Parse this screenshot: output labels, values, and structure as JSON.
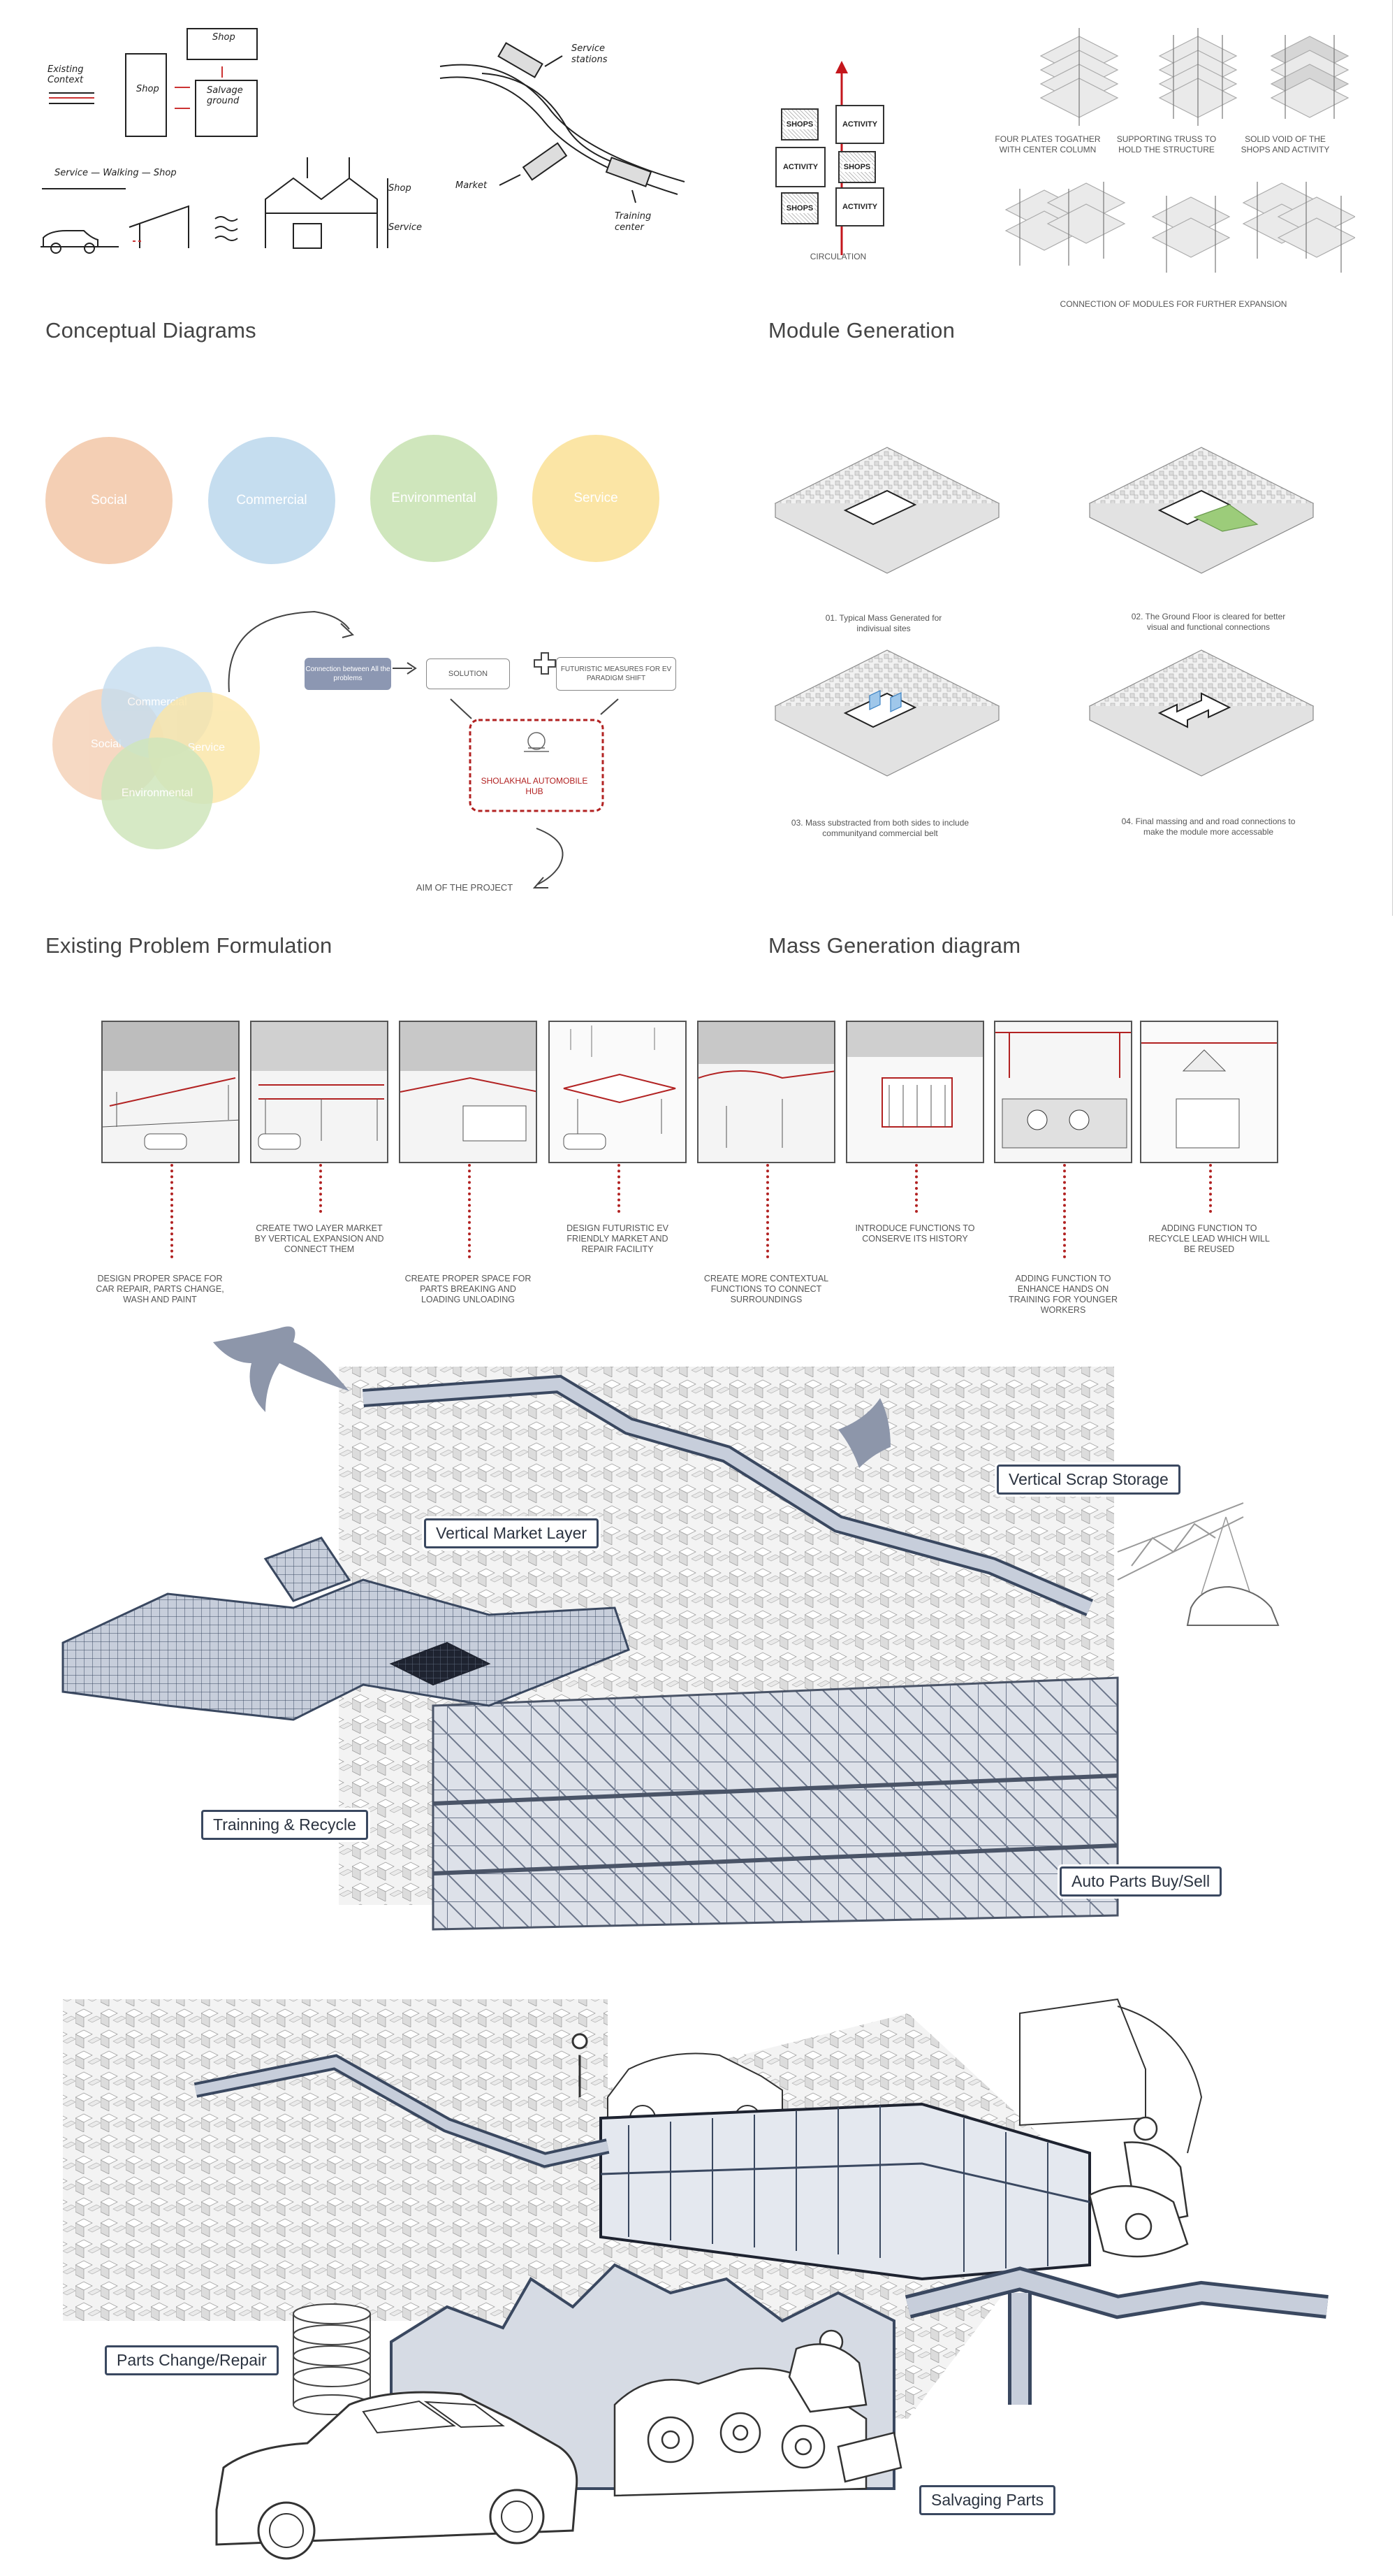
{
  "conceptual": {
    "title": "Conceptual Diagrams",
    "existing_context": "Existing Context",
    "shop_top": "Shop",
    "shop_mid": "Shop",
    "salvage_ground": "Salvage ground",
    "service_walking_shop": "Service — Walking — Shop",
    "section_shop": "Shop",
    "section_service": "Service",
    "service_stations": "Service stations",
    "market": "Market",
    "training_center": "Training center"
  },
  "module": {
    "title": "Module Generation",
    "blocks": [
      "SHOPS",
      "ACTIVITY",
      "ACTIVITY",
      "SHOPS",
      "SHOPS",
      "ACTIVITY"
    ],
    "circulation": "CIRCULATION",
    "captions": [
      "FOUR PLATES TOGATHER WITH CENTER COLUMN",
      "SUPPORTING TRUSS TO HOLD THE STRUCTURE",
      "SOLID VOID OF THE SHOPS AND ACTIVITY"
    ],
    "expansion": "CONNECTION OF MODULES FOR FURTHER EXPANSION"
  },
  "problem": {
    "title": "Existing Problem Formulation",
    "circles": [
      "Social",
      "Commercial",
      "Environmental",
      "Service"
    ],
    "venn": [
      "Social",
      "Commercial",
      "Service",
      "Environmental"
    ],
    "colors": [
      "#f4cfb4",
      "#c5ddef",
      "#cfe6bc",
      "#fbe5a5"
    ],
    "connection": "Connection between All the problems",
    "solution": "SOLUTION",
    "futuristic": "FUTURISTIC MEASURES FOR EV PARADIGM SHIFT",
    "hub": "SHOLAKHAL AUTOMOBILE HUB",
    "aim": "AIM OF THE PROJECT"
  },
  "mass": {
    "title": "Mass Generation diagram",
    "captions": [
      "01. Typical Mass Generated for indivisual sites",
      "02. The Ground Floor is cleared for better visual and functional connections",
      "03. Mass substracted from both sides to include communityand commercial belt",
      "04. Final massing and and road connections to make the module more accessable"
    ]
  },
  "strip": {
    "captions": [
      "DESIGN PROPER SPACE FOR CAR REPAIR, PARTS CHANGE, WASH AND PAINT",
      "CREATE TWO LAYER MARKET BY VERTICAL EXPANSION AND CONNECT THEM",
      "CREATE PROPER SPACE FOR PARTS BREAKING AND LOADING UNLOADING",
      "DESIGN FUTURISTIC EV FRIENDLY MARKET AND REPAIR FACILITY",
      "CREATE MORE CONTEXTUAL FUNCTIONS TO CONNECT SURROUNDINGS",
      "INTRODUCE FUNCTIONS TO CONSERVE ITS HISTORY",
      "ADDING FUNCTION TO ENHANCE HANDS ON TRAINING FOR YOUNGER WORKERS",
      "ADDING FUNCTION TO RECYCLE LEAD WHICH WILL BE REUSED"
    ]
  },
  "illustration": {
    "labels": {
      "vertical_market": "Vertical Market Layer",
      "vertical_scrap": "Vertical Scrap Storage",
      "training": "Trainning & Recycle",
      "auto_parts": "Auto Parts Buy/Sell",
      "parts_change": "Parts Change/Repair",
      "salvaging": "Salvaging Parts"
    },
    "colors": {
      "outline": "#3a4860",
      "fill": "#c7cedb",
      "dark": "#1e2330"
    }
  }
}
